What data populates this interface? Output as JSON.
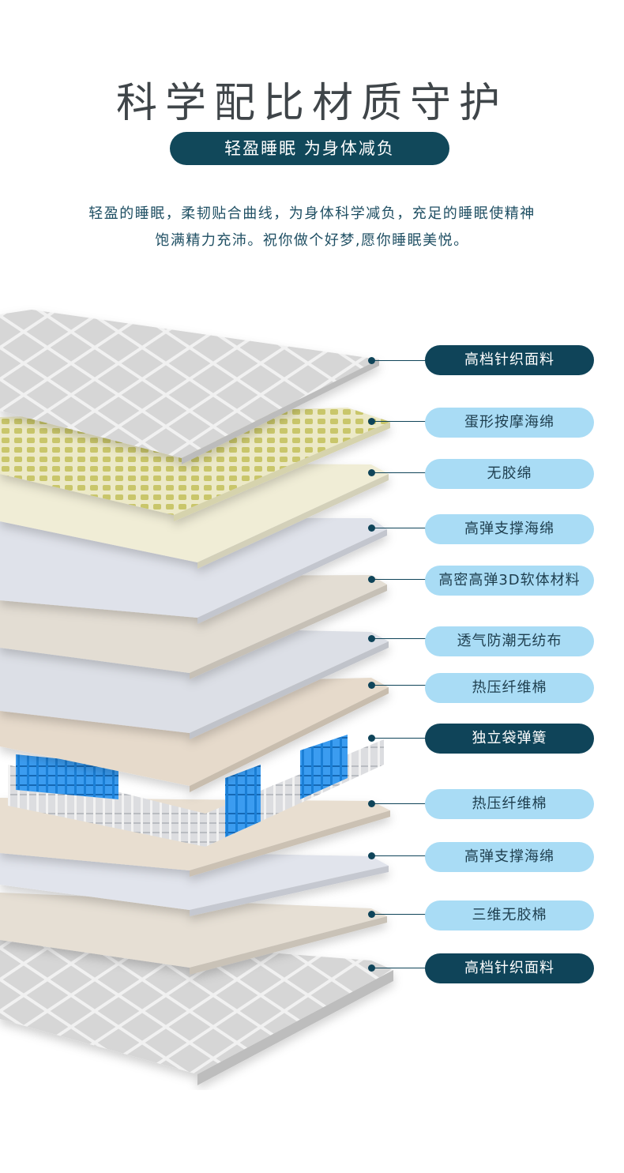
{
  "title": "科学配比材质守护",
  "subtitle": "轻盈睡眠 为身体减负",
  "description": {
    "line1": "轻盈的睡眠，柔韧贴合曲线，为身体科学减负，充足的睡眠使精神",
    "line2": "饱满精力充沛。祝你做个好梦,愿你睡眠美悦。"
  },
  "layers": [
    {
      "label": "高档针织面料",
      "style": "dark"
    },
    {
      "label": "蛋形按摩海绵",
      "style": "light"
    },
    {
      "label": "无胶绵",
      "style": "light"
    },
    {
      "label": "高弹支撑海绵",
      "style": "light"
    },
    {
      "label": "高密高弹3D软体材料",
      "style": "light"
    },
    {
      "label": "透气防潮无纺布",
      "style": "light"
    },
    {
      "label": "热压纤维棉",
      "style": "light"
    },
    {
      "label": "独立袋弹簧",
      "style": "dark"
    },
    {
      "label": "热压纤维棉",
      "style": "light"
    },
    {
      "label": "高弹支撑海绵",
      "style": "light"
    },
    {
      "label": "三维无胶棉",
      "style": "light"
    },
    {
      "label": "高档针织面料",
      "style": "dark"
    }
  ],
  "colors": {
    "dark": "#0f4459",
    "light": "#a9dcf5"
  }
}
